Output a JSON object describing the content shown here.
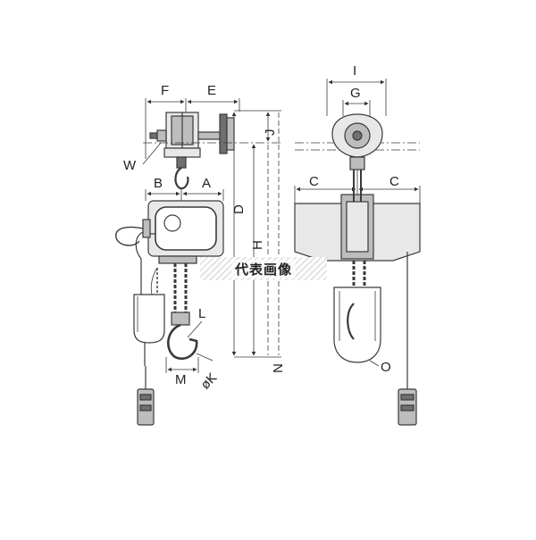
{
  "labels": {
    "F": "F",
    "E": "E",
    "W": "W",
    "B": "B",
    "A": "A",
    "J": "J",
    "D": "D",
    "H": "H",
    "L": "L",
    "M": "M",
    "K": "øK",
    "N": "N",
    "I": "I",
    "G": "G",
    "C_left": "C",
    "C_right": "C",
    "O": "O"
  },
  "watermark": "代表画像",
  "colors": {
    "line": "#3a3a3a",
    "fill_light": "#e8e8e8",
    "fill_mid": "#bdbdbd",
    "fill_dark": "#6f6f6f"
  }
}
